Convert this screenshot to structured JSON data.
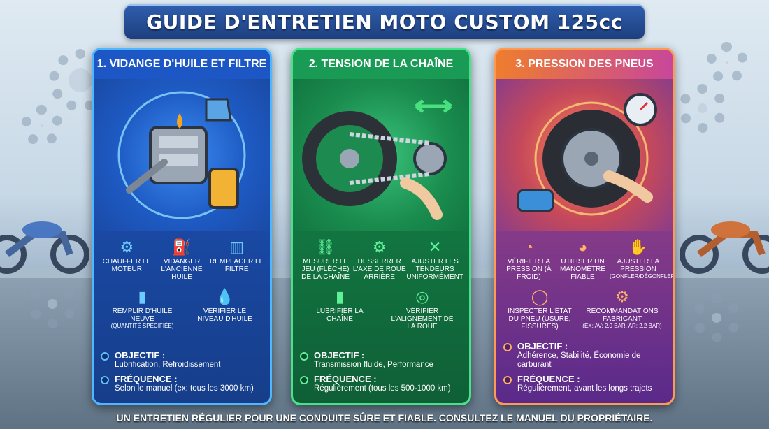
{
  "title": "GUIDE D'ENTRETIEN MOTO CUSTOM 125cc",
  "cards": [
    {
      "heading": "1. VIDANGE D'HUILE ET FILTRE",
      "steps": [
        {
          "icon": "engine-icon",
          "label": "CHAUFFER LE MOTEUR"
        },
        {
          "icon": "oil-can-icon",
          "label": "VIDANGER L'ANCIENNE HUILE"
        },
        {
          "icon": "oil-filter-icon",
          "label": "REMPLACER LE FILTRE"
        },
        {
          "icon": "oil-bottle-icon",
          "label": "REMPLIR D'HUILE NEUVE",
          "sub": "(QUANTITÉ SPÉCIFIÉE)"
        },
        {
          "icon": "oil-drop-icon",
          "label": "VÉRIFIER LE NIVEAU D'HUILE"
        }
      ],
      "objectif_label": "OBJECTIF :",
      "objectif": "Lubrification, Refroidissement",
      "frequence_label": "FRÉQUENCE :",
      "frequence": "Selon le manuel (ex: tous les 3000 km)"
    },
    {
      "heading": "2. TENSION DE LA CHAÎNE",
      "steps": [
        {
          "icon": "chain-icon",
          "label": "MESURER LE JEU (FLÈCHE) DE LA CHAÎNE"
        },
        {
          "icon": "sprocket-icon",
          "label": "DESSERRER L'AXE DE ROUE ARRIÈRE"
        },
        {
          "icon": "wrench-screwdriver-icon",
          "label": "AJUSTER LES TENDEURS UNIFORMÉMENT"
        },
        {
          "icon": "lube-spray-icon",
          "label": "LUBRIFIER LA CHAÎNE"
        },
        {
          "icon": "wheel-alignment-icon",
          "label": "VÉRIFIER L'ALIGNEMENT DE LA ROUE"
        }
      ],
      "objectif_label": "OBJECTIF :",
      "objectif": "Transmission fluide, Performance",
      "frequence_label": "FRÉQUENCE :",
      "frequence": "Régulièrement (tous les 500-1000 km)"
    },
    {
      "heading": "3. PRESSION DES PNEUS",
      "steps": [
        {
          "icon": "gauge-icon",
          "label": "VÉRIFIER LA PRESSION (À FROID)"
        },
        {
          "icon": "manometer-icon",
          "label": "UTILISER UN MANOMÈTRE FIABLE"
        },
        {
          "icon": "hand-adjust-icon",
          "label": "AJUSTER LA PRESSION",
          "sub": "(GONFLER/DÉGONFLER)"
        },
        {
          "icon": "tire-icon",
          "label": "INSPECTER L'ÉTAT DU PNEU (USURE, FISSURES)"
        },
        {
          "icon": "settings-icon",
          "label": "RECOMMANDATIONS FABRICANT",
          "sub": "(ex: AV: 2.0 bar, AR: 2.2 bar)"
        }
      ],
      "objectif_label": "OBJECTIF :",
      "objectif": "Adhérence, Stabilité, Économie de carburant",
      "frequence_label": "FRÉQUENCE :",
      "frequence": "Régulièrement, avant les longs trajets"
    }
  ],
  "footer": "UN ENTRETIEN RÉGULIER POUR UNE CONDUITE SÛRE ET FIABLE. CONSULTEZ LE MANUEL DU PROPRIÉTAIRE."
}
